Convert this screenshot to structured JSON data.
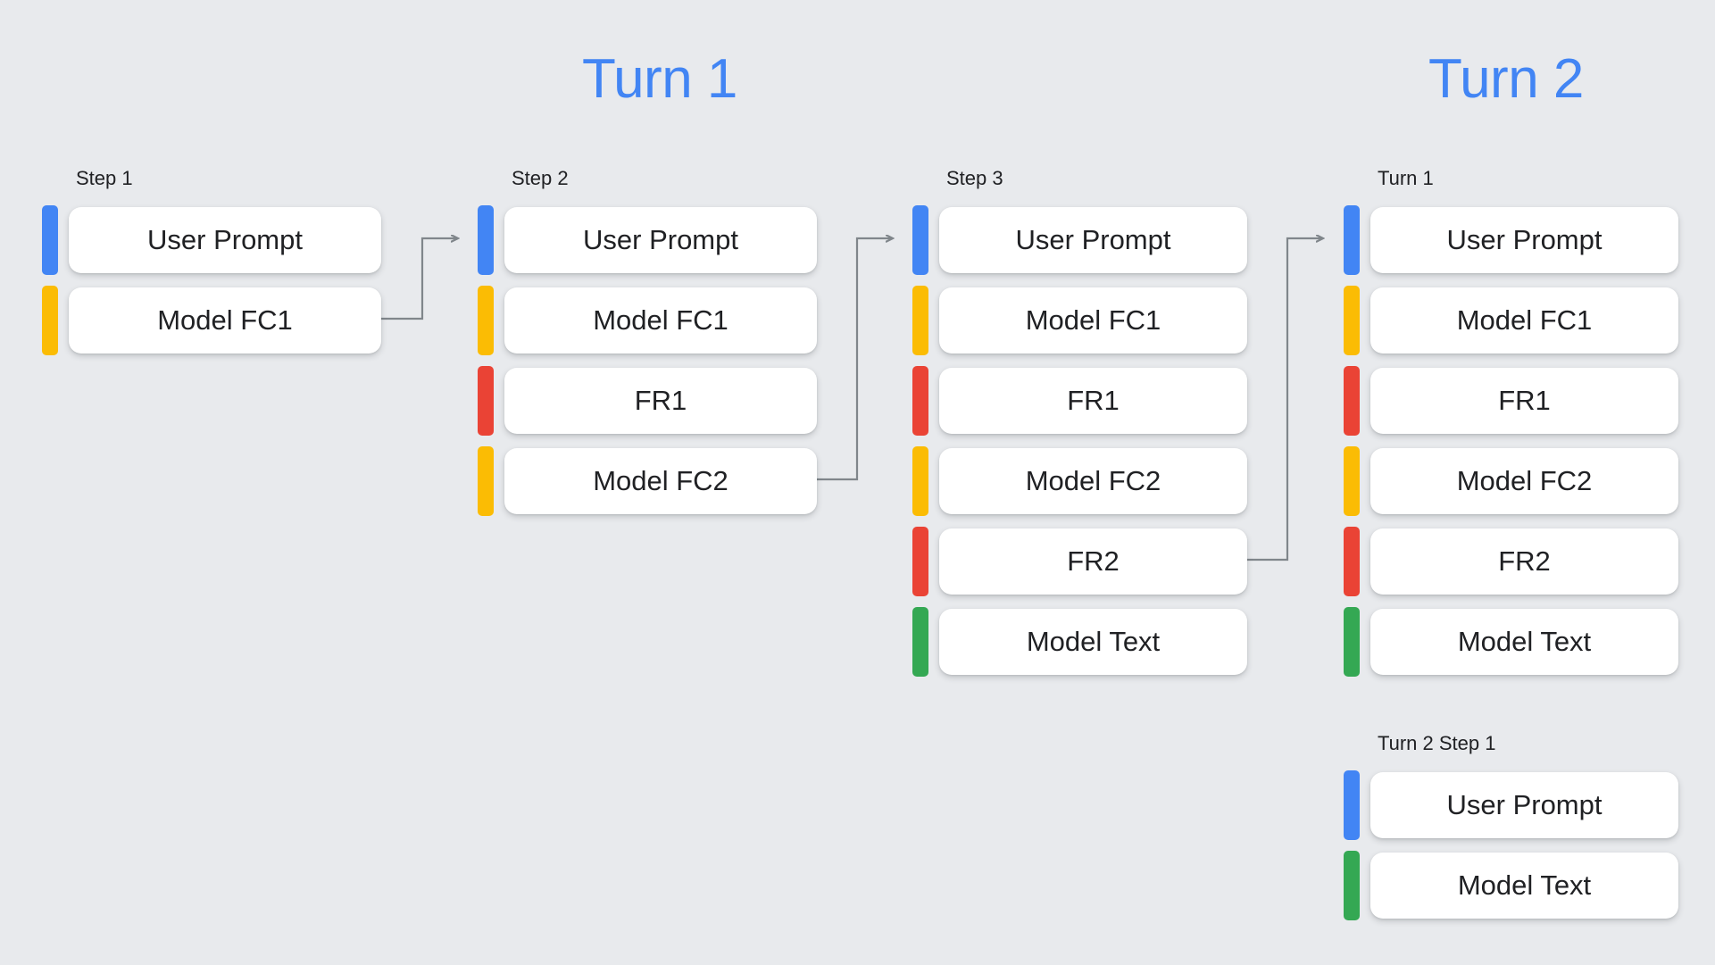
{
  "background_color": "#e8eaed",
  "accent_color": "#4285f4",
  "palette": {
    "blue": "#4285f4",
    "yellow": "#fbbc04",
    "red": "#ea4335",
    "green": "#34a853"
  },
  "headings": {
    "turn1": "Turn 1",
    "turn2": "Turn 2"
  },
  "columns": [
    {
      "id": "step1",
      "label": "Step 1",
      "rows": [
        {
          "color": "blue",
          "label": "User Prompt"
        },
        {
          "color": "yellow",
          "label": "Model FC1"
        }
      ]
    },
    {
      "id": "step2",
      "label": "Step 2",
      "rows": [
        {
          "color": "blue",
          "label": "User Prompt"
        },
        {
          "color": "yellow",
          "label": "Model FC1"
        },
        {
          "color": "red",
          "label": "FR1"
        },
        {
          "color": "yellow",
          "label": "Model FC2"
        }
      ]
    },
    {
      "id": "step3",
      "label": "Step 3",
      "rows": [
        {
          "color": "blue",
          "label": "User Prompt"
        },
        {
          "color": "yellow",
          "label": "Model FC1"
        },
        {
          "color": "red",
          "label": "FR1"
        },
        {
          "color": "yellow",
          "label": "Model FC2"
        },
        {
          "color": "red",
          "label": "FR2"
        },
        {
          "color": "green",
          "label": "Model Text"
        }
      ]
    },
    {
      "id": "turn1",
      "label": "Turn 1",
      "rows": [
        {
          "color": "blue",
          "label": "User Prompt"
        },
        {
          "color": "yellow",
          "label": "Model FC1"
        },
        {
          "color": "red",
          "label": "FR1"
        },
        {
          "color": "yellow",
          "label": "Model FC2"
        },
        {
          "color": "red",
          "label": "FR2"
        },
        {
          "color": "green",
          "label": "Model Text"
        }
      ]
    },
    {
      "id": "turn2step1",
      "label": "Turn 2 Step 1",
      "rows": [
        {
          "color": "blue",
          "label": "User Prompt"
        },
        {
          "color": "green",
          "label": "Model Text"
        }
      ]
    }
  ],
  "connectors": [
    {
      "id": "arrow-step1-to-step2",
      "from": "step1",
      "to": "step2",
      "color": "#80868b"
    },
    {
      "id": "arrow-step2-to-step3",
      "from": "step2",
      "to": "step3",
      "color": "#80868b"
    },
    {
      "id": "arrow-step3-to-turn1",
      "from": "step3",
      "to": "turn1",
      "color": "#80868b"
    }
  ]
}
